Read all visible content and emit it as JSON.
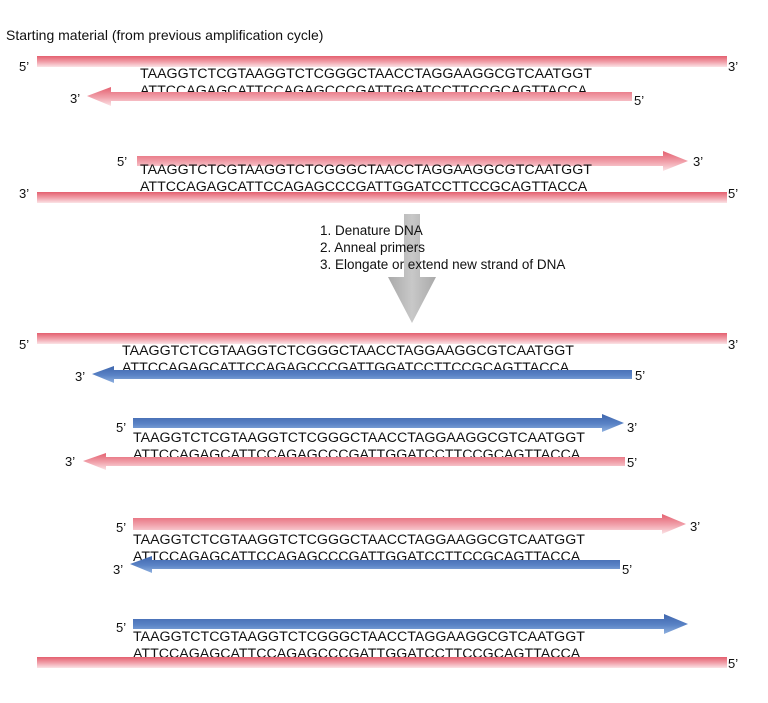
{
  "title": "Starting material (from previous amplification cycle)",
  "steps": [
    "1.  Denature DNA",
    "2.  Anneal primers",
    "3.  Elongate or extend new strand of DNA"
  ],
  "sequences": {
    "top_strand": "TAAGGTCTCGTAAGGTCTCGGGCTAACCTAGGAAGGCGTCAATGGT",
    "bottom_strand": "ATTCCAGAGCATTCCAGAGCCCGATTGGATCCTTCCGCAGTTACCA"
  },
  "end_labels": {
    "five_prime": "5’",
    "three_prime": "3’"
  },
  "colors": {
    "original_strand": "#e8707f",
    "new_strand": "#4a72b6",
    "process_arrow": "#b9b9b9"
  }
}
